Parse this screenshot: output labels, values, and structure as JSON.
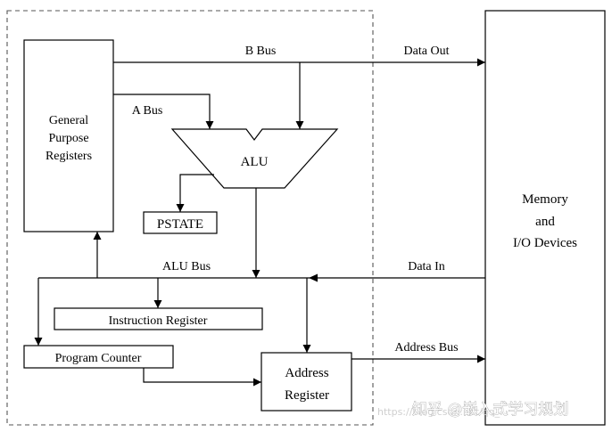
{
  "blocks": {
    "gpr": [
      "General",
      "Purpose",
      "Registers"
    ],
    "alu": "ALU",
    "pstate": "PSTATE",
    "instruction_register": "Instruction Register",
    "program_counter": "Program Counter",
    "address_register": [
      "Address",
      "Register"
    ],
    "memory": [
      "Memory",
      "and",
      "I/O Devices"
    ]
  },
  "buses": {
    "b_bus": "B Bus",
    "a_bus": "A Bus",
    "alu_bus": "ALU Bus",
    "data_out": "Data Out",
    "data_in": "Data In",
    "address_bus": "Address Bus"
  },
  "watermark": {
    "brand": "知乎 @嵌入式学习规划",
    "url": "https://blog.csdn.net/qq_..."
  }
}
